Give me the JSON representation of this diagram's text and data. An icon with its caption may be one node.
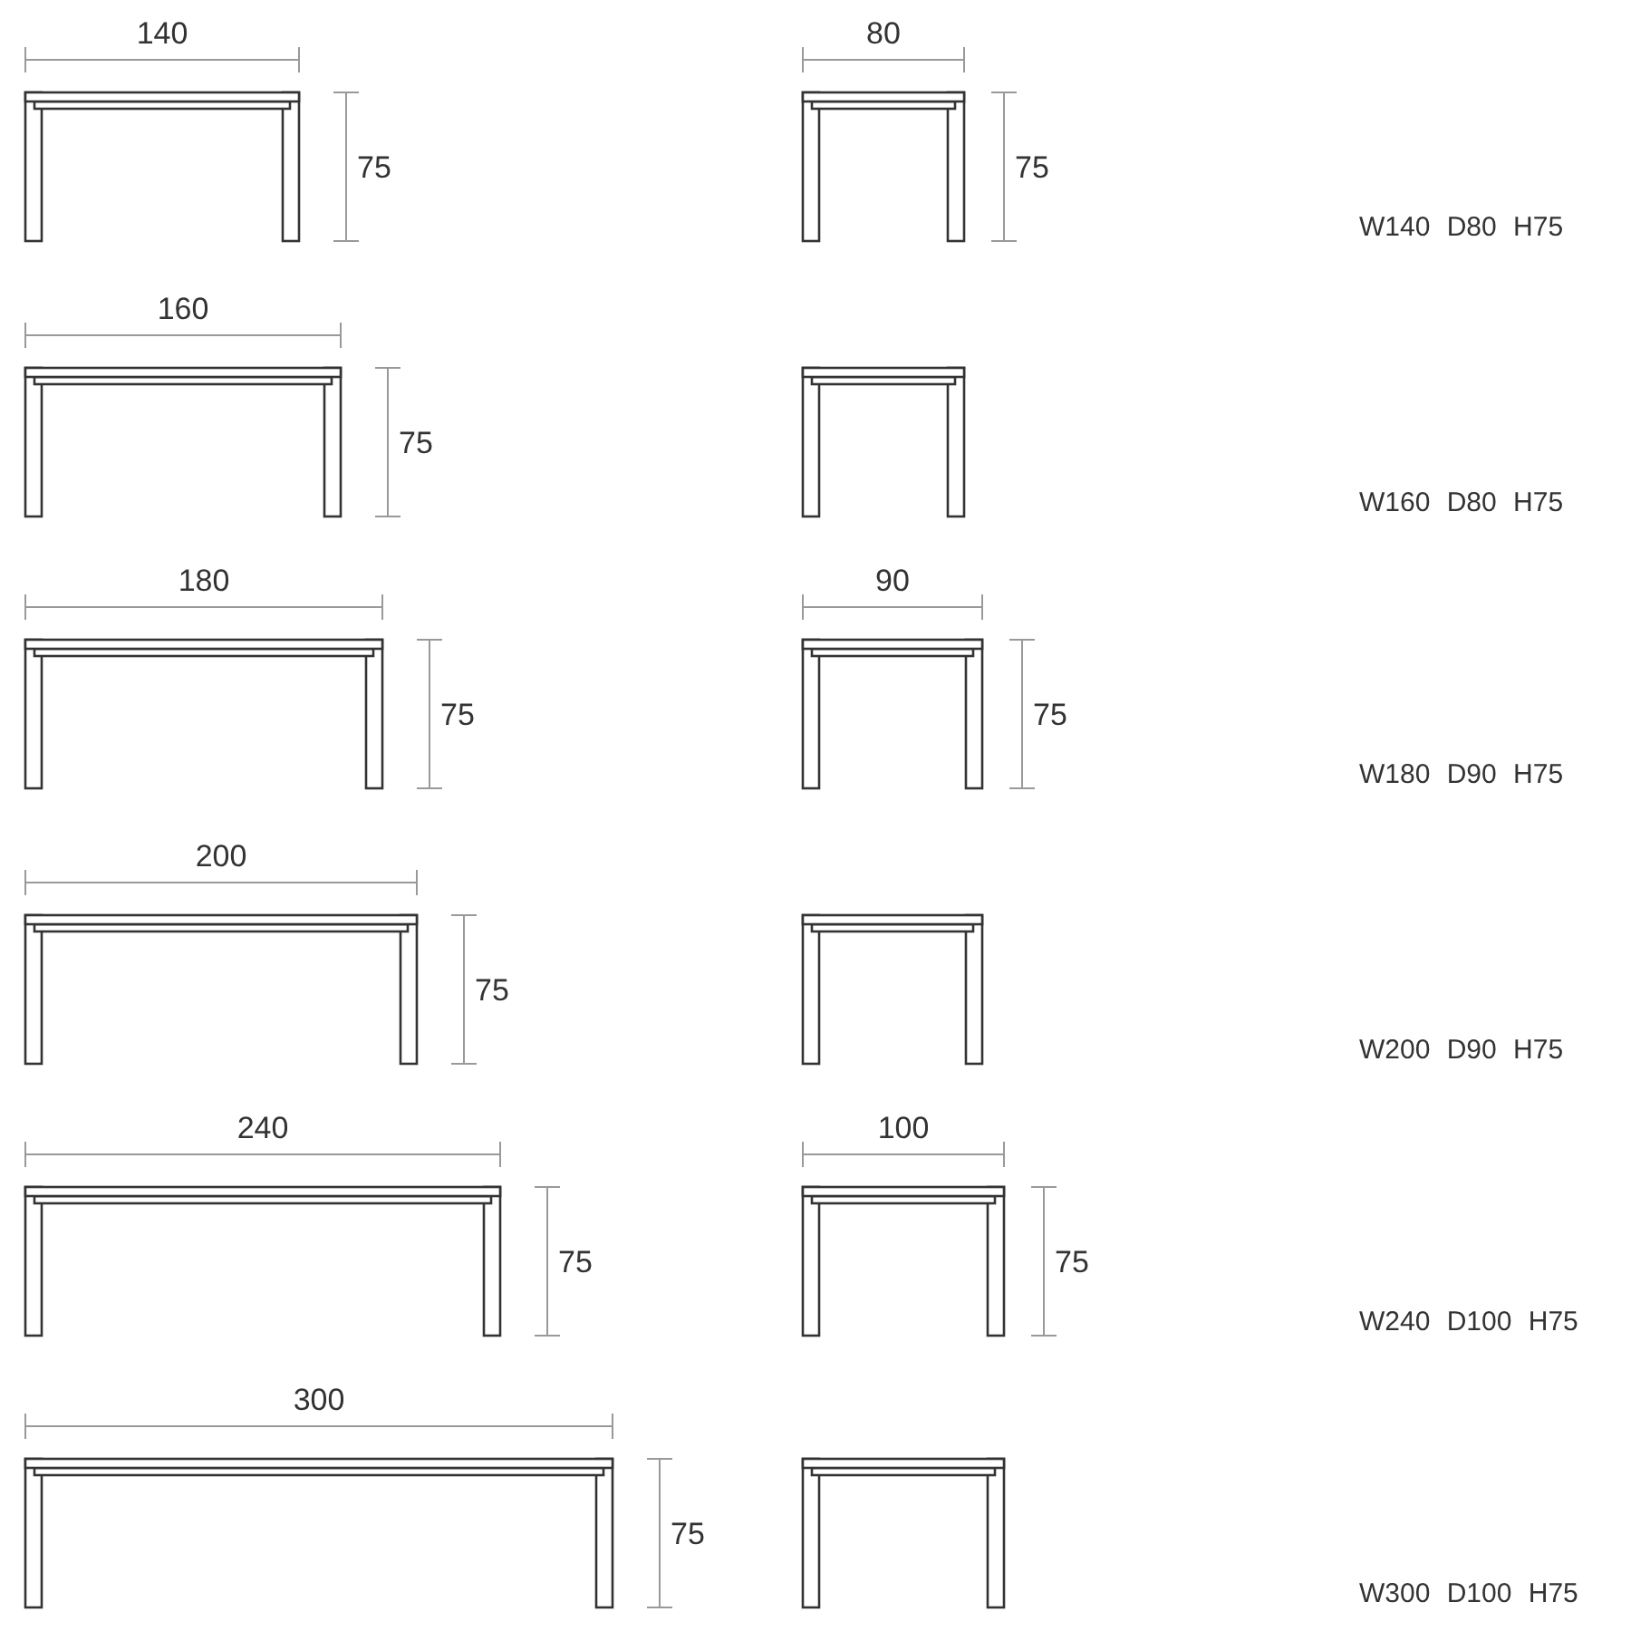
{
  "diagram": {
    "labels": [
      "140",
      "80",
      "75",
      "75",
      "W140 D80 H75",
      "160",
      "75",
      "W160 D80 H75",
      "180",
      "90",
      "75",
      "75",
      "W180 D90 H75",
      "200",
      "75",
      "W200 D90 H75",
      "240",
      "100",
      "75",
      "75",
      "W240 D100 H75",
      "300",
      "75",
      "W300 D100 H75"
    ]
  }
}
